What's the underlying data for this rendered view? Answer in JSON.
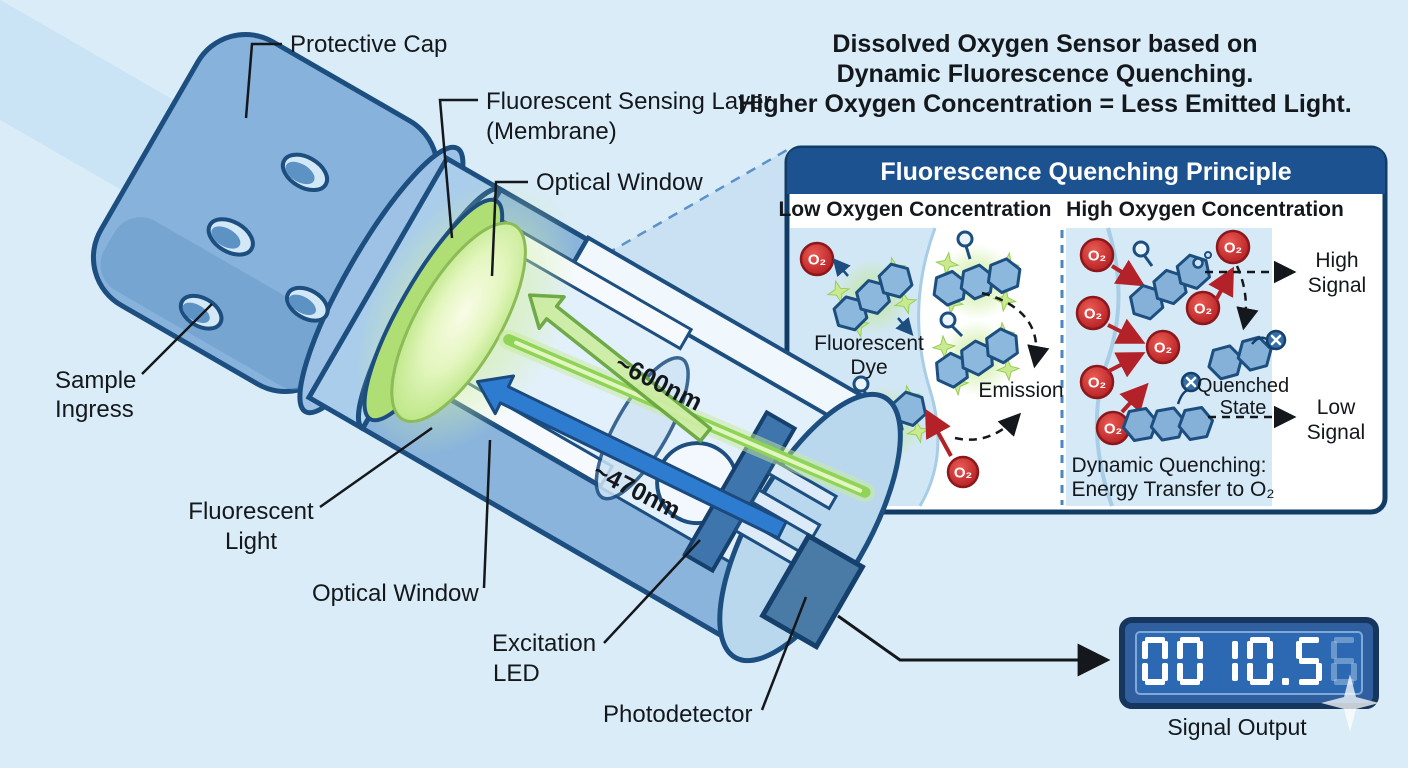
{
  "title": {
    "lines": [
      "Dissolved Oxygen Sensor based on",
      "Dynamic Fluorescence Quenching.",
      "Higher Oxygen Concentration = Less Emitted Light."
    ]
  },
  "sensor": {
    "labels": {
      "protective_cap": "Protective Cap",
      "sensing_layer": [
        "Fluorescent Sensing Layer",
        "(Membrane)"
      ],
      "optical_window_top": "Optical Window",
      "sample_ingress": [
        "Sample",
        "Ingress"
      ],
      "fluorescent_light": [
        "Fluorescent",
        "Light"
      ],
      "optical_window_bottom": "Optical Window",
      "excitation_led": [
        "Excitation",
        "LED"
      ],
      "photodetector": "Photodetector"
    },
    "wavelengths": {
      "emission": "~600nm",
      "excitation": "~470nm"
    }
  },
  "panel": {
    "header": "Fluorescence Quenching Principle",
    "low": {
      "title": "Low Oxygen Concentration",
      "dye_label": [
        "Fluorescent",
        "Dye"
      ],
      "emission_label": "Emission"
    },
    "high": {
      "title": "High Oxygen Concentration",
      "quenched_label": [
        "Quenched",
        "State"
      ],
      "high_signal": [
        "High",
        "Signal"
      ],
      "low_signal": [
        "Low",
        "Signal"
      ],
      "caption": [
        "Dynamic Quenching:",
        "Energy Transfer to O₂"
      ]
    }
  },
  "oxygen_symbol": "O₂",
  "display": {
    "value": "0010.5",
    "ghost_digit": "6",
    "label": "Signal Output"
  },
  "colors": {
    "background": "#d9ecf8",
    "outline_navy": "#1d4e80",
    "panel_header_blue": "#1d5290",
    "panel_border": "#113c66",
    "membrane_green": "#aede74",
    "excitation_blue": "#2e7cd0",
    "emission_green": "#8fd456",
    "oxygen_red": "#bc2025",
    "display_face_blue": "#2d69b2",
    "digit_white": "#ffffff"
  }
}
